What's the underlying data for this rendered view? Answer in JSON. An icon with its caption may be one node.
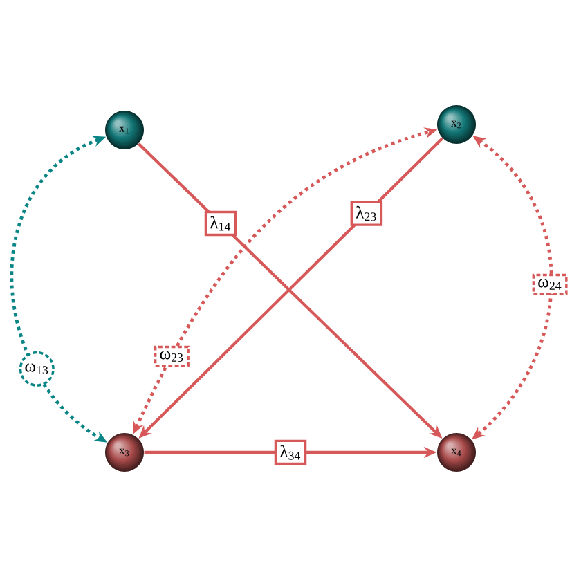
{
  "diagram": {
    "nodes": [
      {
        "text": [
          "x$_{1}$"
        ]
      },
      {
        "text": [
          "x$_{2}$"
        ]
      },
      {
        "text": [
          "x$_{3}$"
        ]
      },
      {
        "text": [
          "x$_{4}$"
        ]
      }
    ],
    "edges": [
      {
        "from": 0,
        "to": 3,
        "arrow": "to",
        "label": "λ$_{14}$"
      },
      {
        "from": 1,
        "to": 2,
        "arrow": "to",
        "label": "λ$_{23}$"
      },
      {
        "from": 2,
        "to": 3,
        "arrow": "to",
        "label": "λ$_{34}$"
      },
      {
        "from": 0,
        "to": 2,
        "arrow": "both",
        "label": "ω$_{13}$",
        "style": "dashed",
        "color": "#0a8585"
      },
      {
        "from": 2,
        "to": 1,
        "arrow": "both",
        "label": "ω$_{23}$",
        "style": "dashed"
      },
      {
        "from": 1,
        "to": 3,
        "arrow": "both",
        "label": "ω$_{24}$",
        "style": "dashed"
      }
    ]
  }
}
